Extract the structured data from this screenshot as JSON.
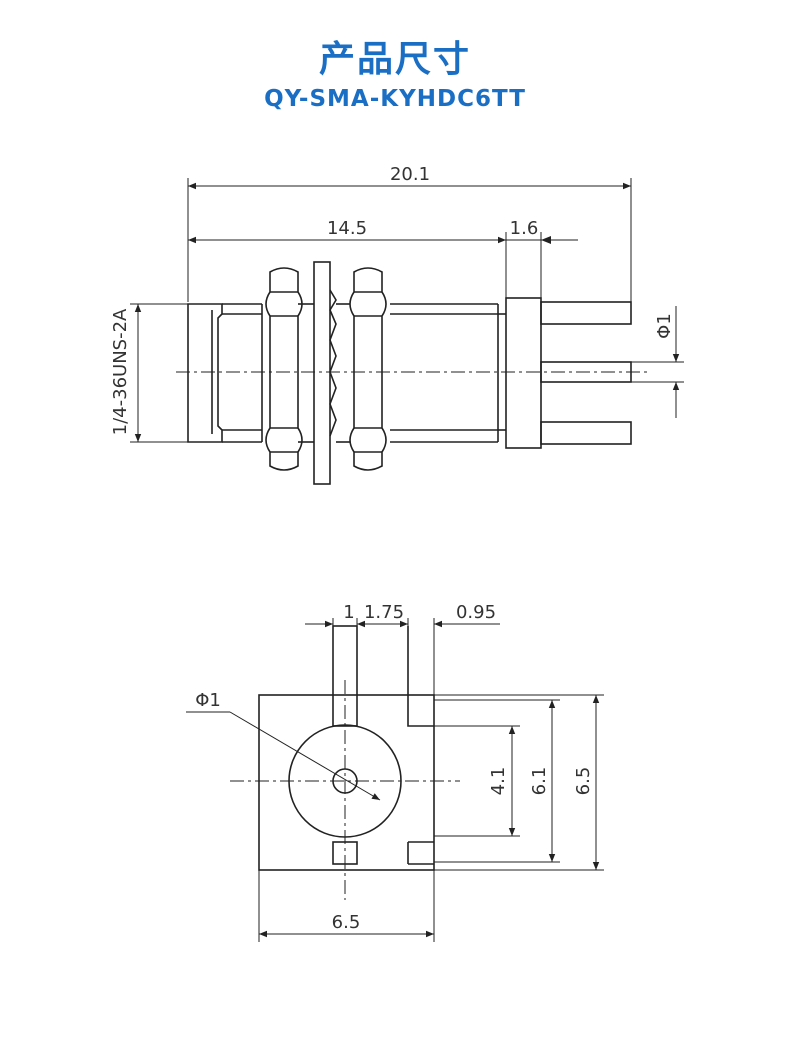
{
  "header": {
    "title": "产品尺寸",
    "model": "QY-SMA-KYHDC6TT"
  },
  "side_view": {
    "dim_overall_length": "20.1",
    "dim_body_length": "14.5",
    "dim_flange": "1.6",
    "dim_pin": "Φ1",
    "dim_thread": "1/4-36UNS-2A"
  },
  "front_view": {
    "dim_pin": "Φ1",
    "dim_top_a": "1",
    "dim_top_b": "1.75",
    "dim_top_c": "0.95",
    "dim_v_inner": "4.1",
    "dim_v_mid": "6.1",
    "dim_v_outer": "6.5",
    "dim_width": "6.5"
  },
  "colors": {
    "accent": "#1a6fc4",
    "line": "#222222"
  }
}
